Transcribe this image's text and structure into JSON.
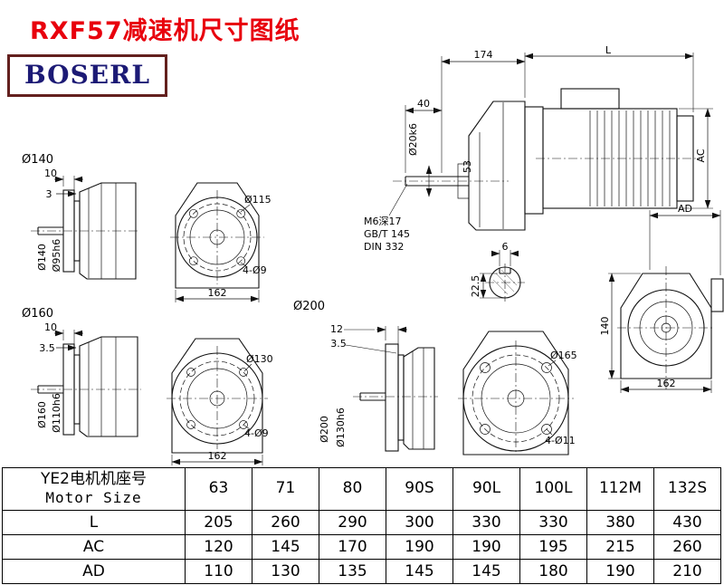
{
  "page": {
    "title": "RXF57减速机尺寸图纸",
    "logo": "BOSERL"
  },
  "side_view": {
    "dim174": "174",
    "dimL": "L",
    "dim40": "40",
    "shaft": "Ø20k6",
    "dim53": "53",
    "ac": "AC",
    "tap": "M6深17",
    "std1": "GB/T 145",
    "std2": "DIN 332"
  },
  "shaft_section": {
    "key_width": "6",
    "key_depth": "22.5"
  },
  "rear_view": {
    "ad": "AD",
    "h140": "140",
    "w162": "162"
  },
  "flange140": {
    "title": "Ø140",
    "t10": "10",
    "t3": "3",
    "outer": "Ø140",
    "spigot": "Ø95h6",
    "bolt_circle": "Ø115",
    "holes": "4-Ø9",
    "w162": "162"
  },
  "flange160": {
    "title": "Ø160",
    "t10": "10",
    "t35": "3.5",
    "outer": "Ø160",
    "spigot": "Ø110h6",
    "bolt_circle": "Ø130",
    "holes": "4-Ø9",
    "w162": "162"
  },
  "flange200": {
    "title": "Ø200",
    "t12": "12",
    "t35": "3.5",
    "outer": "Ø200",
    "spigot": "Ø130h6",
    "bolt_circle": "Ø165",
    "holes": "4-Ø11"
  },
  "table": {
    "header_cn": "YE2电机机座号",
    "header_en": "Motor Size",
    "sizes": [
      "63",
      "71",
      "80",
      "90S",
      "90L",
      "100L",
      "112M",
      "132S"
    ],
    "rows": [
      {
        "label": "L",
        "values": [
          "205",
          "260",
          "290",
          "300",
          "330",
          "330",
          "380",
          "430"
        ]
      },
      {
        "label": "AC",
        "values": [
          "120",
          "145",
          "170",
          "190",
          "190",
          "195",
          "215",
          "260"
        ]
      },
      {
        "label": "AD",
        "values": [
          "110",
          "130",
          "135",
          "145",
          "145",
          "180",
          "190",
          "210"
        ]
      }
    ]
  }
}
